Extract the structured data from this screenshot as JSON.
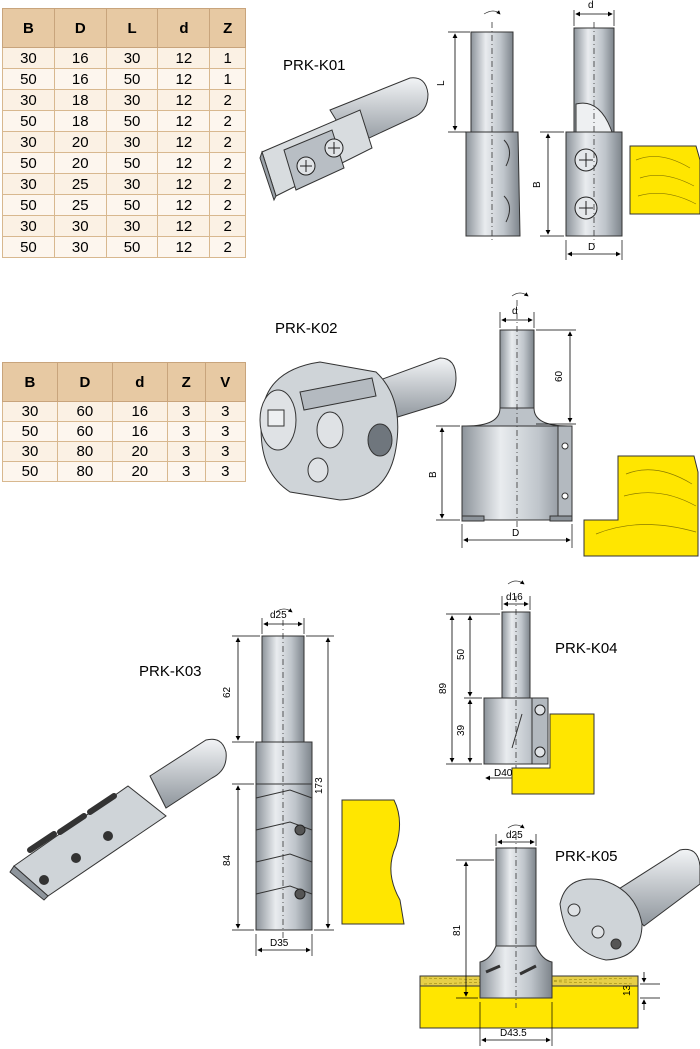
{
  "table1": {
    "headers": [
      "B",
      "D",
      "L",
      "d",
      "Z"
    ],
    "rows": [
      [
        "30",
        "16",
        "30",
        "12",
        "1"
      ],
      [
        "50",
        "16",
        "50",
        "12",
        "1"
      ],
      [
        "30",
        "18",
        "30",
        "12",
        "2"
      ],
      [
        "50",
        "18",
        "50",
        "12",
        "2"
      ],
      [
        "30",
        "20",
        "30",
        "12",
        "2"
      ],
      [
        "50",
        "20",
        "50",
        "12",
        "2"
      ],
      [
        "30",
        "25",
        "30",
        "12",
        "2"
      ],
      [
        "50",
        "25",
        "50",
        "12",
        "2"
      ],
      [
        "30",
        "30",
        "30",
        "12",
        "2"
      ],
      [
        "50",
        "30",
        "50",
        "12",
        "2"
      ]
    ]
  },
  "table2": {
    "headers": [
      "B",
      "D",
      "d",
      "Z",
      "V"
    ],
    "rows": [
      [
        "30",
        "60",
        "16",
        "3",
        "3"
      ],
      [
        "50",
        "60",
        "16",
        "3",
        "3"
      ],
      [
        "30",
        "80",
        "20",
        "3",
        "3"
      ],
      [
        "50",
        "80",
        "20",
        "3",
        "3"
      ]
    ]
  },
  "models": {
    "k01": "PRK-K01",
    "k02": "PRK-K02",
    "k03": "PRK-K03",
    "k04": "PRK-K04",
    "k05": "PRK-K05"
  },
  "dims": {
    "k01": {
      "l": "L",
      "d": "d",
      "b": "B",
      "dd": "D"
    },
    "k02": {
      "d": "d",
      "h60": "60",
      "b": "B",
      "dd": "D"
    },
    "k03": {
      "d25": "d25",
      "h62": "62",
      "h173": "173",
      "h84": "84",
      "d35": "D35"
    },
    "k04": {
      "d16": "d16",
      "h50": "50",
      "h89": "89",
      "h39": "39",
      "d40": "D40"
    },
    "k05": {
      "d25": "d25",
      "h81": "81",
      "h13": "13",
      "d435": "D43.5"
    }
  },
  "colors": {
    "header": "#e7c9a3",
    "cell": "#fbf1e4",
    "wood": "#ffe600",
    "steel": "#c9ced3"
  }
}
